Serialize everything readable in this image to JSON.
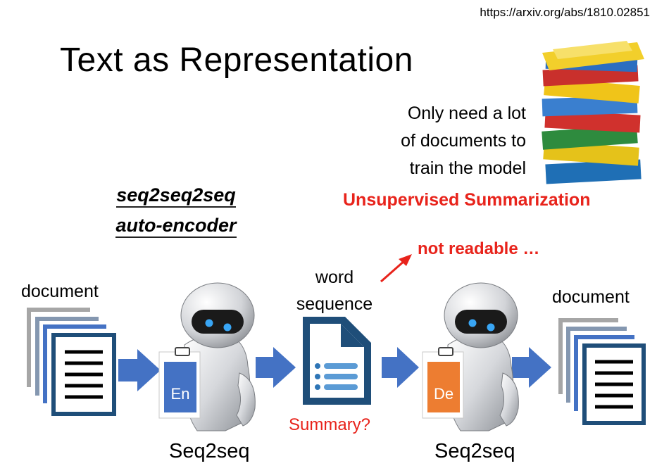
{
  "source_url": "https://arxiv.org/abs/1810.02851",
  "slide_title": "Text as Representation",
  "note_lines": [
    "Only need a lot",
    "of documents to",
    "train the model"
  ],
  "unsupervised_label": "Unsupervised Summarization",
  "method_lines": [
    "seq2seq2seq",
    "auto-encoder"
  ],
  "not_readable_label": "not readable …",
  "input_document_label": "document",
  "output_document_label": "document",
  "word_sequence_lines": [
    "word",
    "sequence"
  ],
  "summary_label": "Summary?",
  "encoder_label": "Seq2seq",
  "decoder_label": "Seq2seq",
  "encoder_badge": "En",
  "decoder_badge": "De",
  "colors": {
    "accent_red": "#e8231b",
    "encoder_blue": "#4472c4",
    "decoder_orange": "#ed7d31",
    "arrow_blue": "#4472c4",
    "doc_navy": "#1f4e79"
  }
}
